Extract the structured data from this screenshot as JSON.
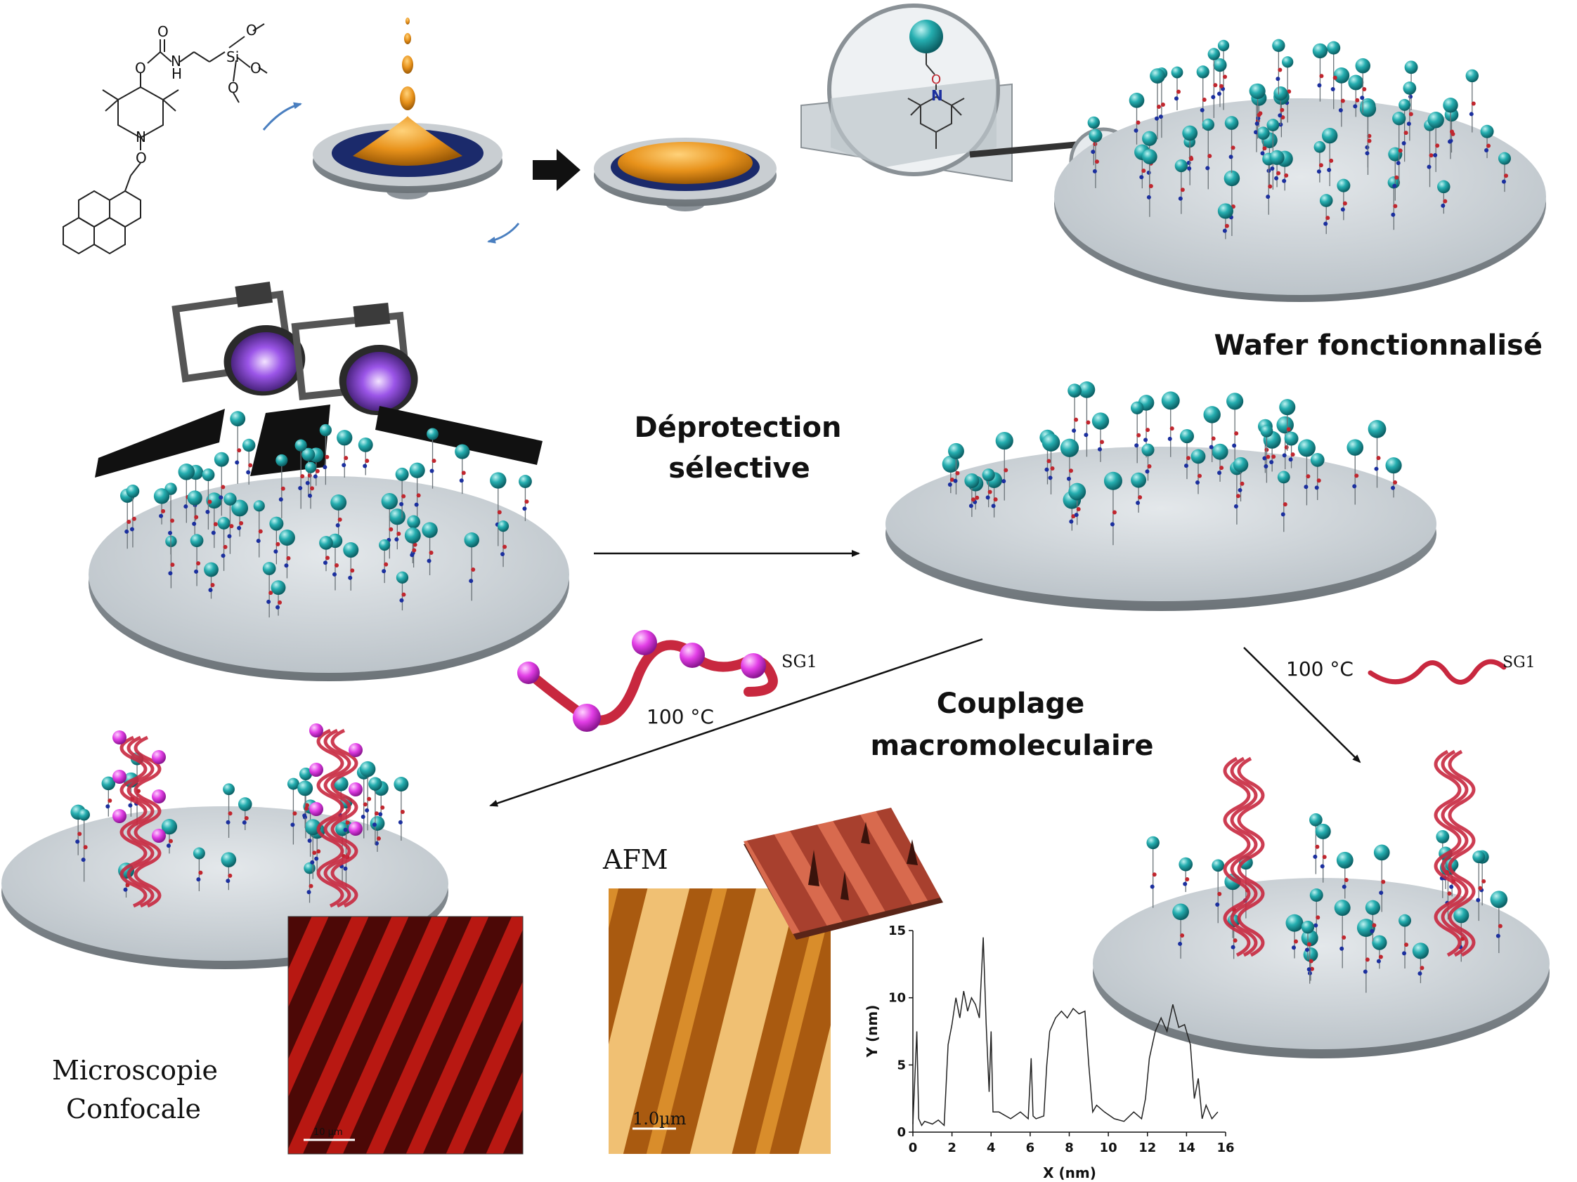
{
  "labels": {
    "wafer": "Wafer fonctionnalisé",
    "deprotection_line1": "Déprotection",
    "deprotection_line2": "sélective",
    "couplage_line1": "Couplage",
    "couplage_line2": "macromoleculaire",
    "temp_left": "100 °C",
    "temp_right": "100 °C",
    "sg1_left": "SG1",
    "sg1_right": "SG1",
    "afm": "AFM",
    "confocal_line1": "Microscopie",
    "confocal_line2": "Confocale"
  },
  "molecule": {
    "atoms": [
      "O",
      "O",
      "N",
      "H",
      "Si",
      "O",
      "O",
      "O",
      "N",
      "O"
    ]
  },
  "zoom_atoms": [
    "O",
    "N"
  ],
  "scale_bars": {
    "confocal": "10 µm",
    "afm": "1.0µm"
  },
  "colors": {
    "bead": "#1fa7a9",
    "pink": "#e23ee6",
    "polymer": "#c8283f",
    "wafer": "#d3d9dd",
    "orange": "#e8921b",
    "navy": "#1b2a6b"
  },
  "chart_data": {
    "type": "line",
    "xlabel": "X (nm)",
    "ylabel": "Y (nm)",
    "xlim": [
      0,
      16
    ],
    "ylim": [
      0,
      15
    ],
    "xticks": [
      0,
      2,
      4,
      6,
      8,
      10,
      12,
      14,
      16
    ],
    "yticks": [
      0,
      5,
      10,
      15
    ],
    "grid": false,
    "legend": "none",
    "series": [
      {
        "x": [
          0,
          0.2,
          0.3,
          0.45,
          0.6,
          1.0,
          1.3,
          1.6,
          1.8,
          2.0,
          2.2,
          2.4,
          2.6,
          2.8,
          3.0,
          3.2,
          3.4,
          3.6,
          3.75,
          3.9,
          4.0,
          4.1,
          4.4,
          5.0,
          5.5,
          5.9,
          6.05,
          6.15,
          6.3,
          6.7,
          6.85,
          7.0,
          7.3,
          7.6,
          7.9,
          8.2,
          8.5,
          8.8,
          9.0,
          9.2,
          9.4,
          9.8,
          10.3,
          10.8,
          11.3,
          11.7,
          11.9,
          12.1,
          12.4,
          12.7,
          13.0,
          13.3,
          13.6,
          13.9,
          14.2,
          14.4,
          14.6,
          14.8,
          15.0,
          15.3,
          15.6
        ],
        "y": [
          0.6,
          7.5,
          1.0,
          0.5,
          0.8,
          0.6,
          0.9,
          0.5,
          6.5,
          8.0,
          10.0,
          8.5,
          10.5,
          9.0,
          10.0,
          9.5,
          8.5,
          14.5,
          8.0,
          3.0,
          7.5,
          1.5,
          1.5,
          1.0,
          1.5,
          1.0,
          5.5,
          1.2,
          1.0,
          1.2,
          5.0,
          7.5,
          8.5,
          9.0,
          8.5,
          9.2,
          8.8,
          9.0,
          5.0,
          1.5,
          2.0,
          1.5,
          1.0,
          0.8,
          1.5,
          1.0,
          2.5,
          5.5,
          7.5,
          8.5,
          7.5,
          9.5,
          7.8,
          8.0,
          6.5,
          2.5,
          4.0,
          1.0,
          2.0,
          1.0,
          1.5
        ]
      }
    ]
  }
}
